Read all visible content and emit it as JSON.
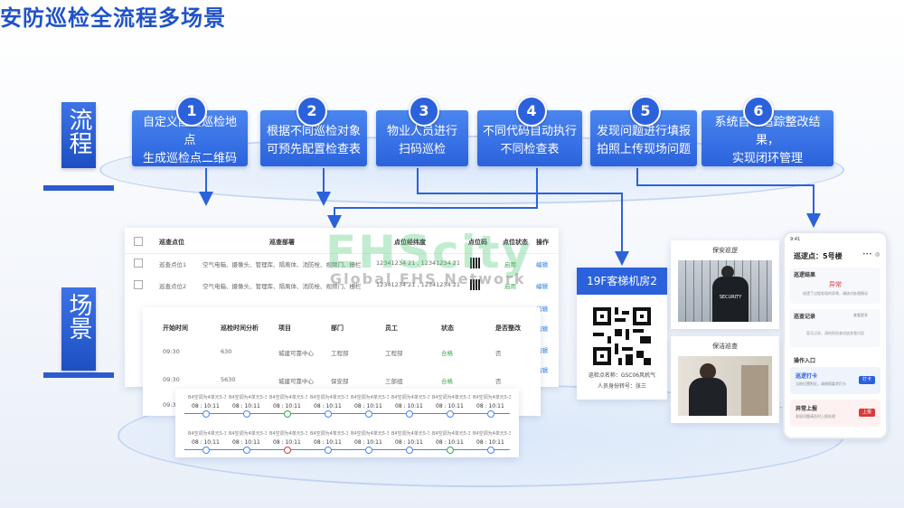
{
  "title": "安防巡检全流程多场景",
  "side_tags": {
    "top": "流程",
    "bottom": "场景"
  },
  "steps": [
    {
      "num": "1",
      "line1": "自定义配置巡检地点",
      "line2": "生成巡检点二维码"
    },
    {
      "num": "2",
      "line1": "根据不同巡检对象",
      "line2": "可预先配置检查表"
    },
    {
      "num": "3",
      "line1": "物业人员进行",
      "line2": "扫码巡检"
    },
    {
      "num": "4",
      "line1": "不同代码自动执行",
      "line2": "不同检查表"
    },
    {
      "num": "5",
      "line1": "发现问题进行填报",
      "line2": "拍照上传现场问题"
    },
    {
      "num": "6",
      "line1": "系统自动追踪整改结果，",
      "line2": "实现闭环管理"
    }
  ],
  "table1": {
    "headers": [
      "巡查点位",
      "巡查部署",
      "点位经纬度",
      "点位码",
      "点位状态",
      "操作"
    ],
    "rows": [
      {
        "name": "巡查点位1",
        "desc": "空气电箱、摄像头、管理库、隔离体、消防栓、视频门、栅栏",
        "coord": "12341234 21 , 12341234 21",
        "status": "启用",
        "op": "编辑"
      },
      {
        "name": "巡查点位2",
        "desc": "空气电箱、摄像头、管理库、隔离体、消防栓、视频门、栅栏",
        "coord": "12341234 21 , 12341234 21",
        "status": "启用",
        "op": "编辑"
      }
    ],
    "extra_ops": [
      "编辑",
      "编辑",
      "编辑",
      "编辑"
    ]
  },
  "table2": {
    "headers": [
      "开始时间",
      "巡检时间分析",
      "项目",
      "部门",
      "员工",
      "状态",
      "是否整改"
    ],
    "rows": [
      [
        "09:30",
        "630",
        "城建可靠中心",
        "工程部",
        "工程部",
        "合格",
        "否"
      ],
      [
        "09:30",
        "5630",
        "城建可靠中心",
        "保安部",
        "三部组",
        "合格",
        "否"
      ],
      [
        "09:30",
        "",
        "",
        "",
        "",
        "",
        ""
      ]
    ]
  },
  "timeline": {
    "rows": [
      {
        "items": [
          "B4空调为4单元5-3层检视检查",
          "B4空调为4单元5-3层检视检查",
          "B4空调为4单元5-3层检视检查",
          "B4空调为4单元5-3层检视检查",
          "B4空调为4单元5-3层检视检查",
          "B4空调为4单元5-3层检视检查",
          "B4空调为4单元5-3层检视检查",
          "B4空调为4单元5-3层检视检查"
        ],
        "times": [
          "08 : 10:11",
          "08 : 10:11",
          "08 : 10:11",
          "08 : 10:11",
          "08 : 10:11",
          "08 : 10:11",
          "08 : 10:11",
          "08 : 10:11"
        ],
        "dot_status": [
          "n",
          "n",
          "g",
          "n",
          "n",
          "n",
          "n",
          "n"
        ]
      },
      {
        "items": [
          "B4空调为4单元5-3层检视检查",
          "B4空调为4单元5-3层检视检查",
          "B4空调为4单元5-3层检视检查",
          "B4空调为4单元5-3层检视检查",
          "B4空调为4单元5-3层检视检查",
          "B4空调为4单元5-3层检视检查",
          "B4空调为4单元5-3层检视检查",
          "B4空调为4单元5-3层检视检查"
        ],
        "times": [
          "08 : 10:11",
          "08 : 10:11",
          "08 : 10:11",
          "08 : 10:11",
          "08 : 10:11",
          "08 : 10:11",
          "08 : 10:11",
          "08 : 10:11"
        ],
        "dot_status": [
          "n",
          "n",
          "r",
          "n",
          "n",
          "n",
          "g",
          "n"
        ]
      }
    ]
  },
  "qr_card": {
    "title": "19F客梯机房2",
    "name_label": "巡检点名称：GSC06风机气",
    "person_label": "人员身份转号：张三"
  },
  "photos": {
    "top_title": "保安巡逻",
    "bottom_title": "保洁巡查",
    "shirt_text": "SECURITY"
  },
  "phone": {
    "status_left": "9:41",
    "header_title": "巡逻点：5号楼",
    "header_icons": [
      "•••",
      "◎"
    ],
    "section1_title": "巡逻结果",
    "section1_status": "异常",
    "section1_detail": "巡逻了过程发现的异常，请核对处理情况",
    "section2_title": "巡查记录",
    "section2_link": "查看更多",
    "section2_detail": "暂无记录，请按照巡查进度查看内容",
    "section3_title": "操作入口",
    "action1_title": "巡逻打卡",
    "action1_desc": "当前位置附近，请按照要求打卡",
    "action1_btn": "打卡",
    "action2_title": "异常上报",
    "action2_desc": "发现问题请及时上报处理",
    "action2_btn": "上报"
  },
  "watermark": {
    "main": "EHScity",
    "sub": "Global EHS Network"
  },
  "colors": {
    "primary": "#2b62dc",
    "title": "#1f52c9",
    "green": "#39a84a",
    "red": "#d83b3b"
  }
}
